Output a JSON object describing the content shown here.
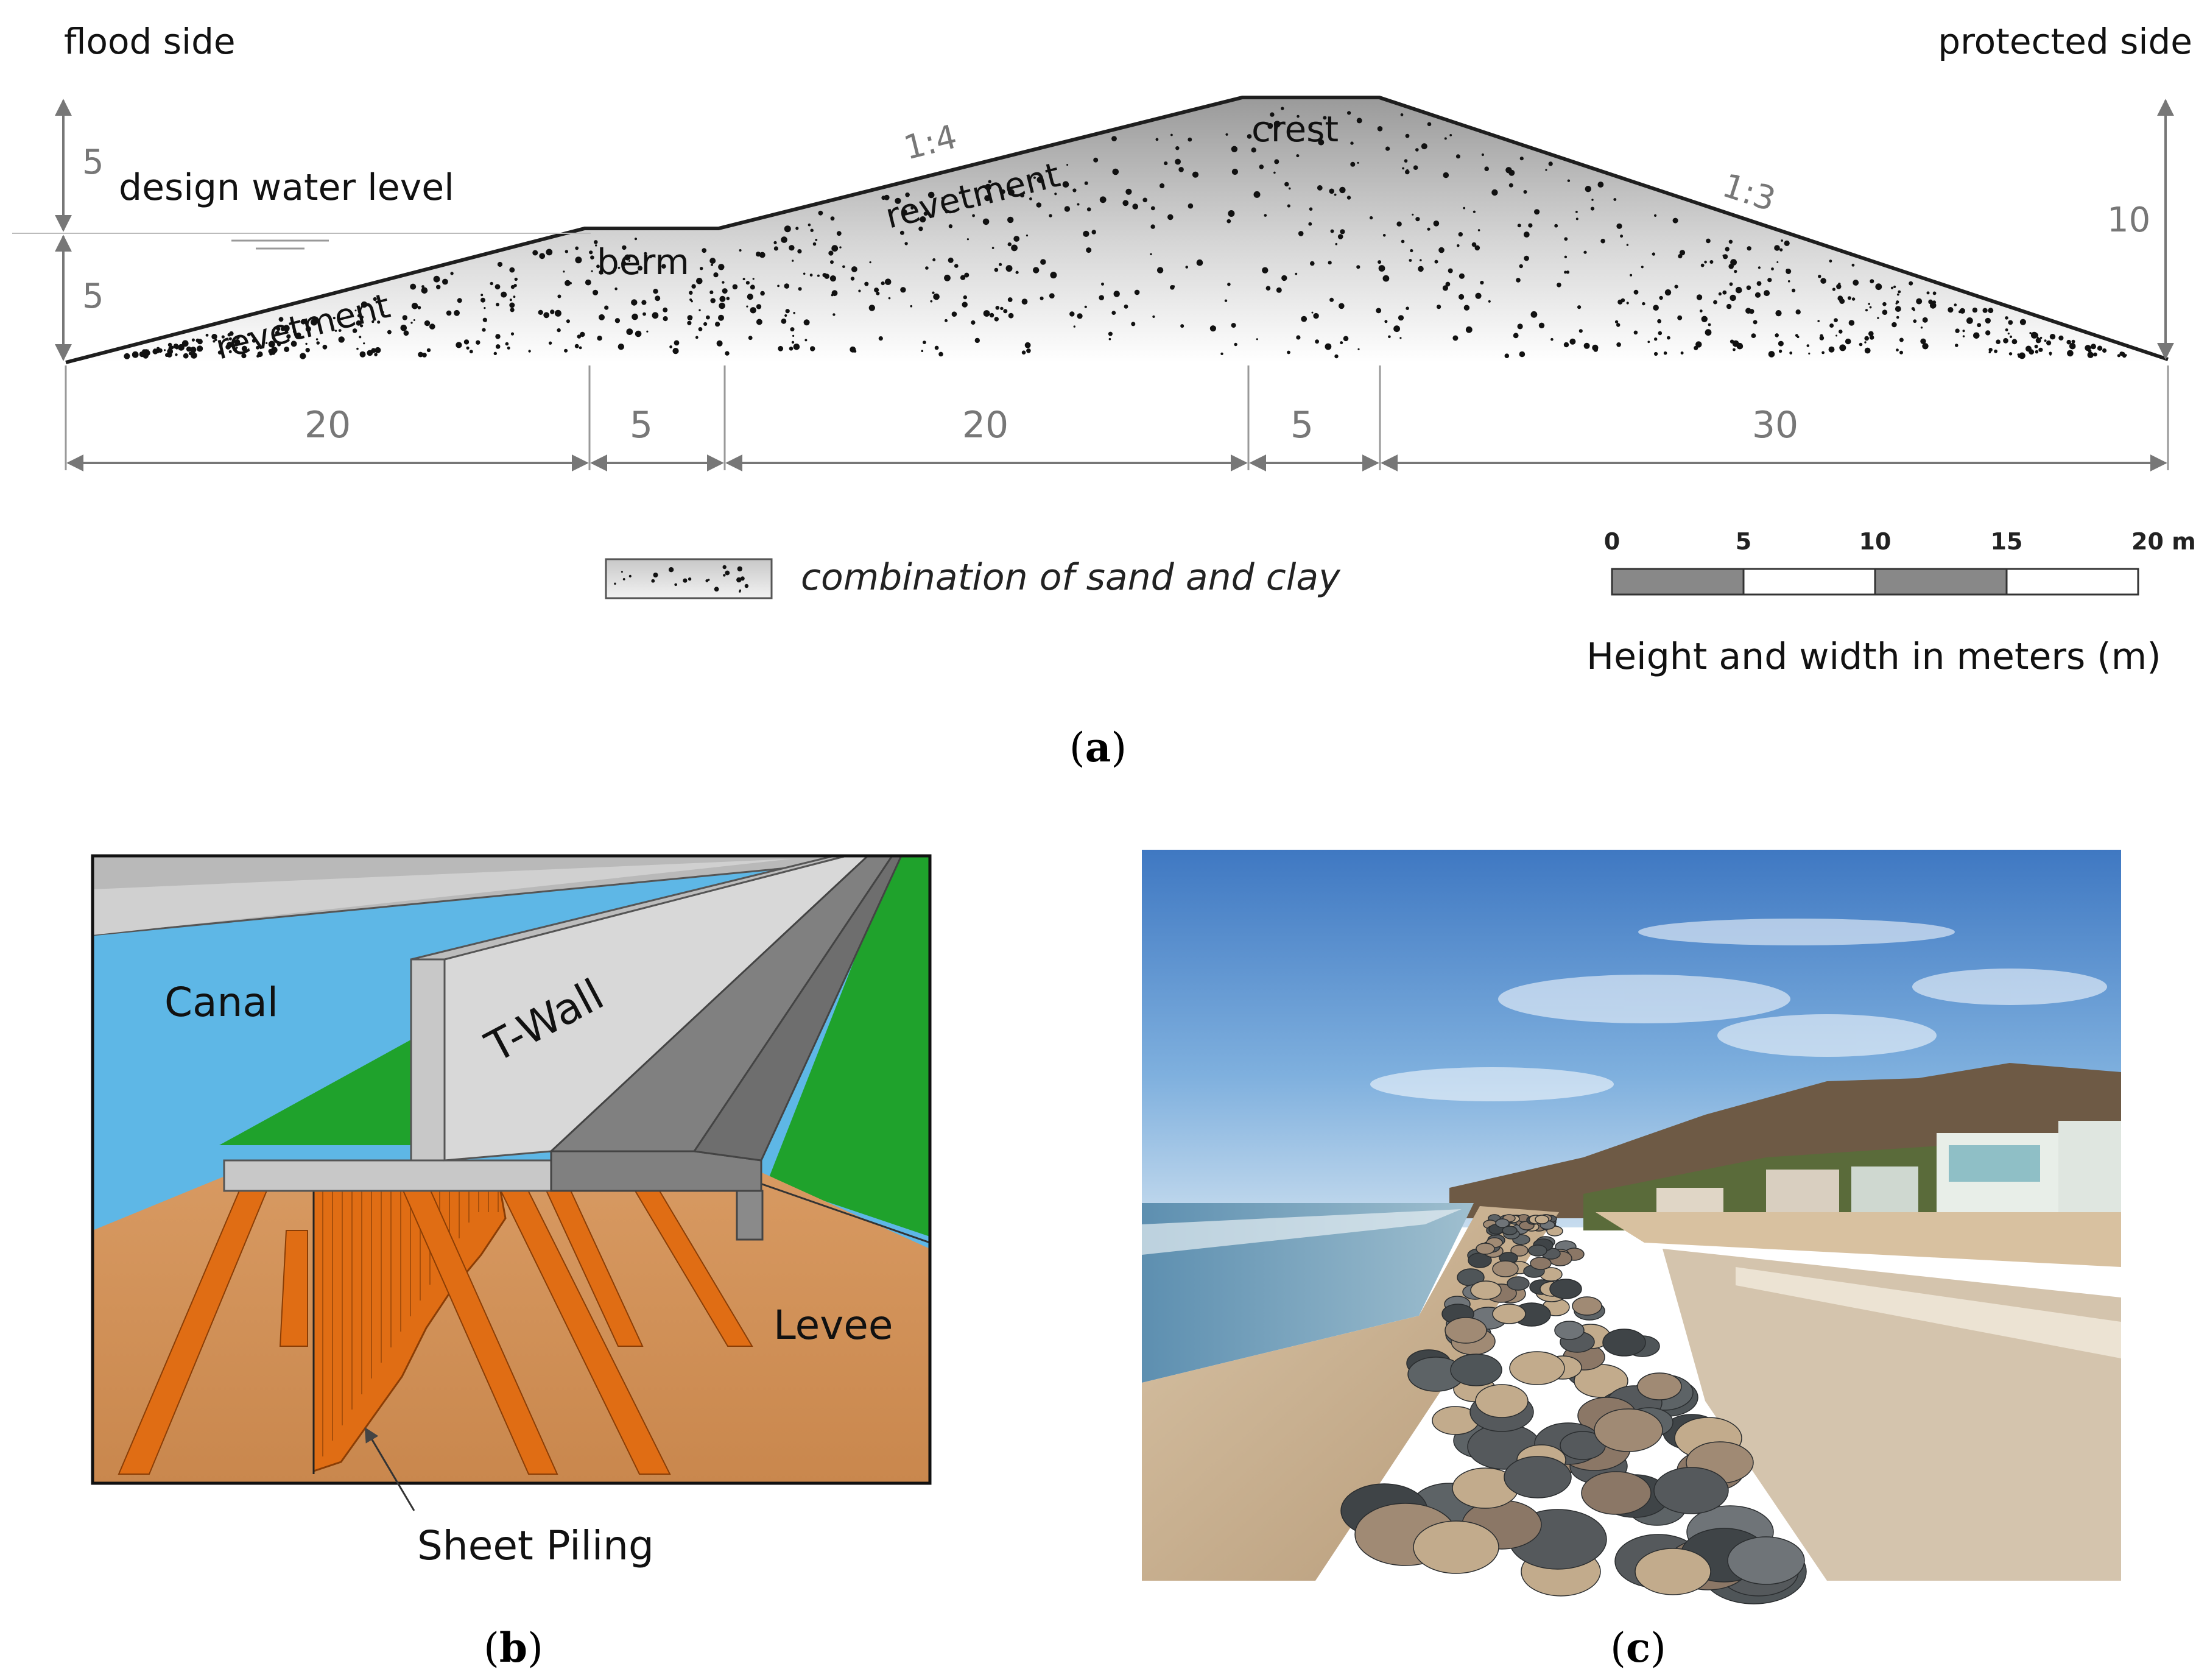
{
  "panel_a": {
    "flood_side": "flood side",
    "protected_side": "protected side",
    "design_water_level": "design water level",
    "left_upper_height": "5",
    "left_lower_height": "5",
    "right_height": "10",
    "revetment_lower": "revetment",
    "revetment_upper": "revetment",
    "berm": "berm",
    "crest": "crest",
    "slope_upper": "1:4",
    "slope_inner": "1:3",
    "widths": [
      "20",
      "5",
      "20",
      "5",
      "30"
    ],
    "legend_text": "combination of sand and clay",
    "scale_ticks": [
      "0",
      "5",
      "10",
      "15",
      "20 m"
    ],
    "scale_caption": "Height and width in meters (m)",
    "caption": {
      "open": "(",
      "letter": "a",
      "close": ")"
    }
  },
  "panel_b": {
    "canal": "Canal",
    "twall": "T-Wall",
    "levee": "Levee",
    "sheet_piling": "Sheet Piling",
    "caption": {
      "open": "(",
      "letter": "b",
      "close": ")"
    }
  },
  "panel_c": {
    "caption": {
      "open": "(",
      "letter": "c",
      "close": ")"
    }
  },
  "colors": {
    "water": "#5eb7e6",
    "grass": "#1fa22c",
    "soil": "#d2925a",
    "pile": "#e06d14",
    "concrete": "#c8c8c8",
    "concrete_dark": "#808080",
    "sky": "#4a83c8"
  }
}
